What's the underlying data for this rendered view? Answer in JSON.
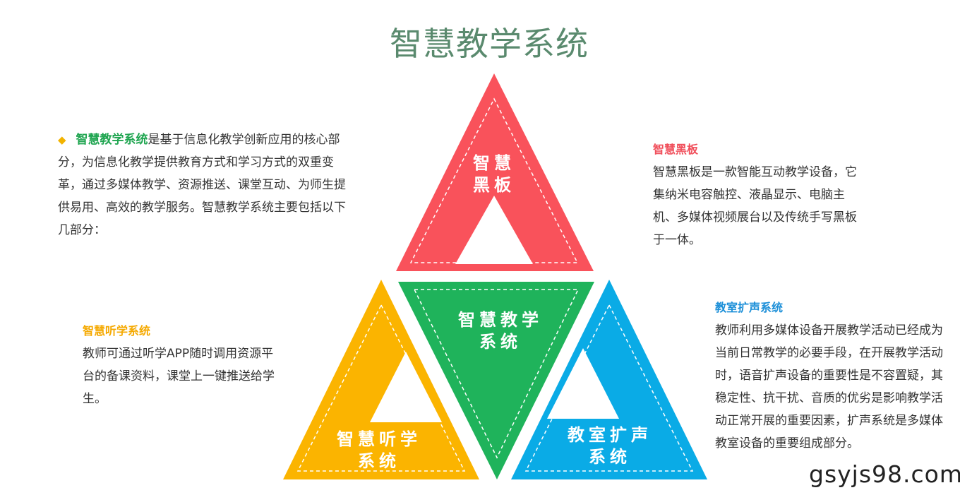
{
  "title": "智慧教学系统",
  "intro": {
    "highlight": "智慧教学系统",
    "text": "是基于信息化教学创新应用的核心部分，为信息化教学提供教育方式和学习方式的双重变革，通过多媒体教学、资源推送、课堂互动、为师生提供易用、高效的教学服务。智慧教学系统主要包括以下几部分："
  },
  "triangles": {
    "top": {
      "line1": "智慧",
      "line2": "黑板",
      "color": "#f9525b"
    },
    "center": {
      "line1": "智慧教学",
      "line2": "系统",
      "color": "#1fb35b"
    },
    "left": {
      "line1": "智慧听学",
      "line2": "系统",
      "color": "#fbb400"
    },
    "right": {
      "line1": "教室扩声",
      "line2": "系统",
      "color": "#0aabe6"
    }
  },
  "blackboard": {
    "heading": "智慧黑板",
    "text": "智慧黑板是一款智能互动教学设备，它集纳米电容触控、液晶显示、电脑主机、多媒体视频展台以及传统手写黑板于一体。"
  },
  "listening": {
    "heading": "智慧听学系统",
    "text": "教师可通过听学APP随时调用资源平台的备课资料，课堂上一键推送给学生。"
  },
  "sound": {
    "heading": "教室扩声系统",
    "text": "教师利用多媒体设备开展教学活动已经成为当前日常教学的必要手段，在开展教学活动时，语音扩声设备的重要性是不容置疑，其稳定性、抗干扰、音质的优劣是影响教学活动正常开展的重要因素，扩声系统是多媒体教室设备的重要组成部分。"
  },
  "watermark": "gsyjs98.com"
}
